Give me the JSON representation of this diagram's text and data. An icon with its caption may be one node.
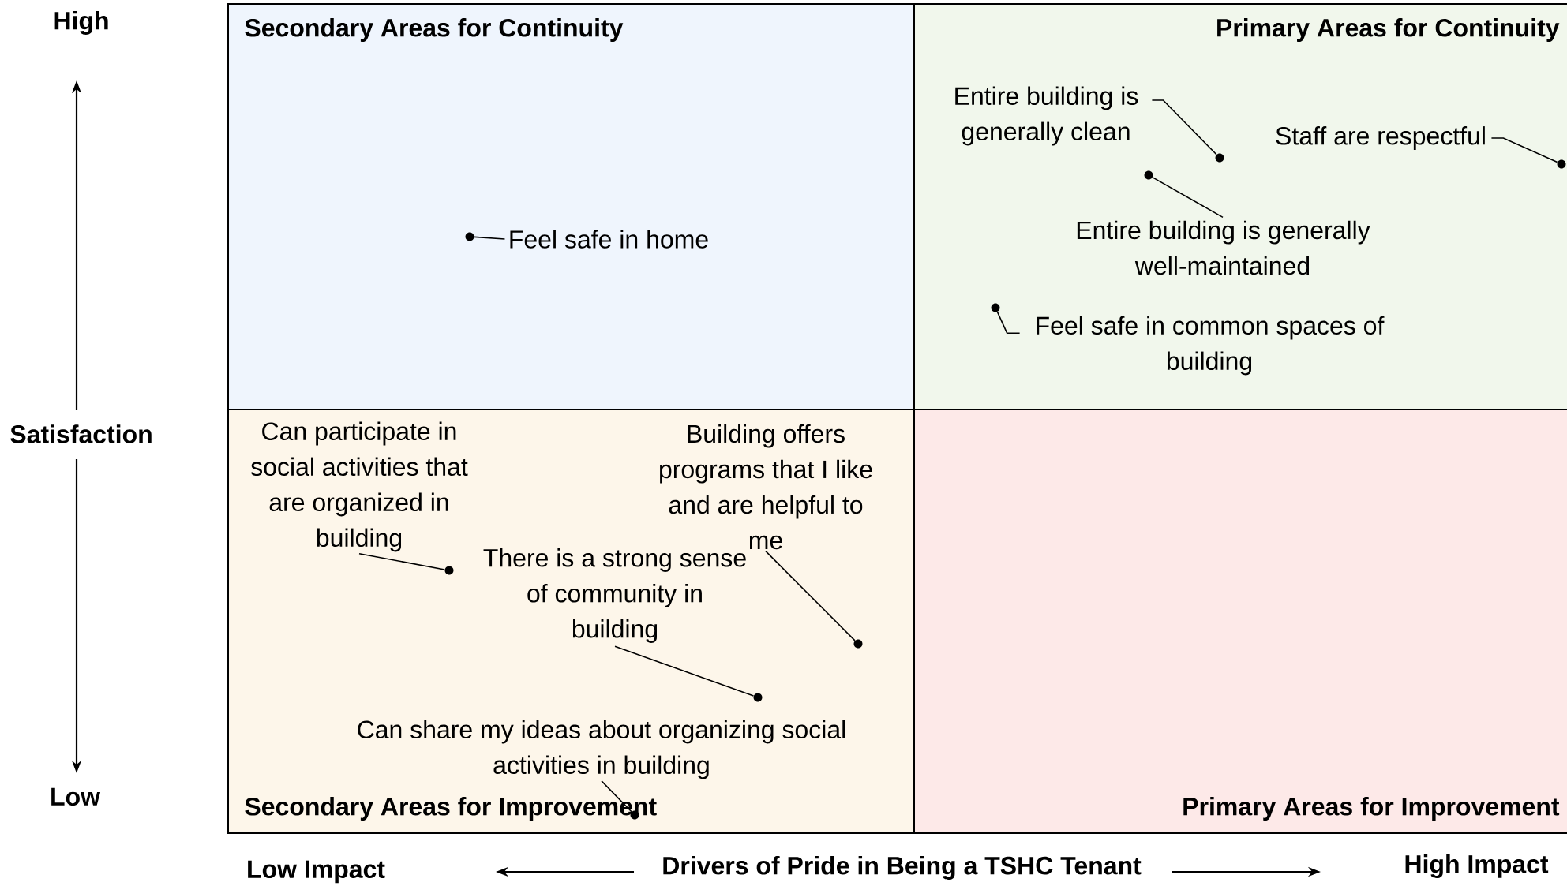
{
  "diagram": {
    "nodes": [
      {
        "text": [
          "Secondary Areas for Continuity"
        ]
      },
      {
        "text": [
          "Primary Areas for Continuity"
        ]
      },
      {
        "text": [
          "Secondary Areas for Improvement"
        ]
      },
      {
        "text": [
          "Primary Areas for Improvement"
        ]
      },
      {
        "text": [
          "Feel safe in home"
        ],
        "in": 0
      },
      {
        "text": [],
        "shape": "circle",
        "in": 0
      },
      {
        "text": [
          "Entire building is generally clean"
        ],
        "in": 1
      },
      {
        "text": [
          "Staff are respectful"
        ],
        "in": 1
      },
      {
        "text": [],
        "shape": "circle",
        "in": 1
      },
      {
        "text": [],
        "shape": "circle",
        "in": 1
      },
      {
        "text": [],
        "shape": "circle",
        "in": 1
      },
      {
        "text": [
          "Entire building is generally well-maintained"
        ],
        "in": 1
      },
      {
        "text": [],
        "shape": "circle",
        "in": 1
      },
      {
        "text": [
          "Feel safe in common spaces of building"
        ],
        "in": 1
      },
      {
        "text": [
          "Can participate in social activities that are organized in building"
        ],
        "in": 2
      },
      {
        "text": [
          "Building offers programs that I like and are helpful to me"
        ],
        "in": 2
      },
      {
        "text": [
          "There is a strong sense of community in building"
        ],
        "in": 2
      },
      {
        "text": [],
        "shape": "circle",
        "in": 2
      },
      {
        "text": [],
        "shape": "circle",
        "in": 2
      },
      {
        "text": [],
        "shape": "circle",
        "in": 2
      },
      {
        "text": [
          "Can share my ideas about organizing social activities in building"
        ],
        "in": 2
      },
      {
        "text": [],
        "shape": "circle",
        "in": 2
      }
    ],
    "edges": [
      {
        "from": 4,
        "to": 5,
        "arrow": "none"
      },
      {
        "from": 6,
        "to": 8,
        "arrow": "none"
      },
      {
        "from": 7,
        "to": 9,
        "arrow": "none"
      },
      {
        "from": 11,
        "to": 10,
        "arrow": "none"
      },
      {
        "from": 13,
        "to": 12,
        "arrow": "none"
      },
      {
        "from": 14,
        "to": 17,
        "arrow": "none"
      },
      {
        "from": 15,
        "to": 18,
        "arrow": "none"
      },
      {
        "from": 16,
        "to": 19,
        "arrow": "none"
      },
      {
        "from": 20,
        "to": 21,
        "arrow": "none"
      }
    ],
    "labels": [
      "High",
      "Satisfaction",
      "Low",
      "Low Impact",
      "Drivers of Pride in Being a TSHC Tenant",
      "High Impact"
    ]
  }
}
